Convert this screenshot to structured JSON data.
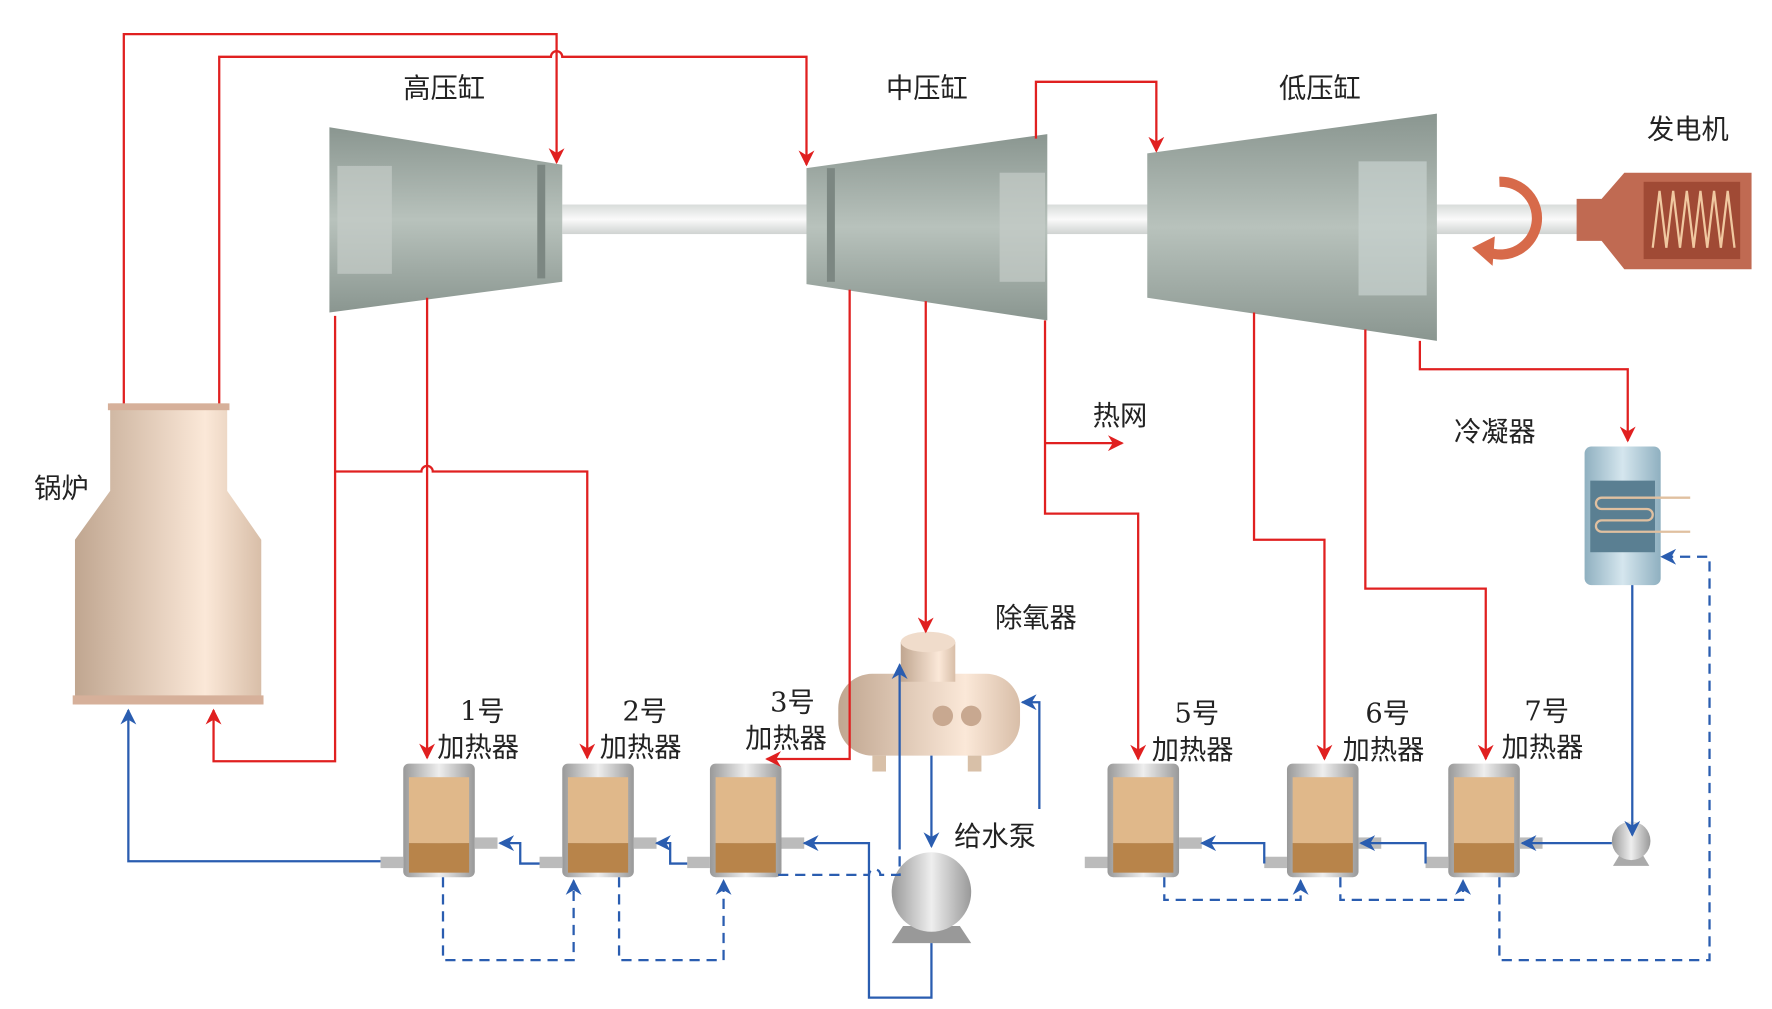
{
  "labels": {
    "hp": "高压缸",
    "ip": "中压缸",
    "lp": "低压缸",
    "generator": "发电机",
    "boiler": "锅炉",
    "heat_net": "热网",
    "condenser": "冷凝器",
    "deaerator": "除氧器",
    "feed_pump": "给水泵",
    "heaters": [
      {
        "num": "1号",
        "name": "加热器"
      },
      {
        "num": "2号",
        "name": "加热器"
      },
      {
        "num": "3号",
        "name": "加热器"
      },
      {
        "num": "5号",
        "name": "加热器"
      },
      {
        "num": "6号",
        "name": "加热器"
      },
      {
        "num": "7号",
        "name": "加热器"
      }
    ]
  },
  "colors": {
    "steam": "#e02020",
    "water": "#2a5db0",
    "turbine": "#9aa5a0",
    "boiler": "#e0c6b0",
    "generator": "#b9634a"
  }
}
